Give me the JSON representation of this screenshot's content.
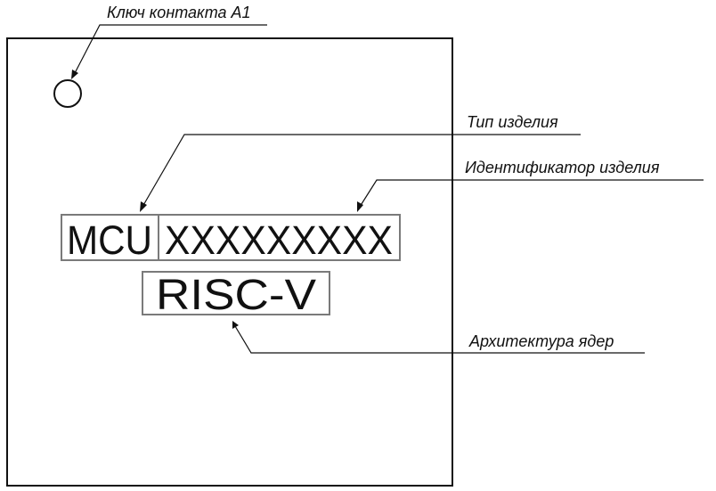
{
  "annotations": {
    "pin_key": "Ключ контакта A1",
    "product_type": "Тип изделия",
    "product_id": "Идентификатор изделия",
    "core_arch": "Архитектура ядер"
  },
  "marking": {
    "type_code": "MCU",
    "id_code": "XXXXXXXXX",
    "arch_code": "RISC-V"
  }
}
